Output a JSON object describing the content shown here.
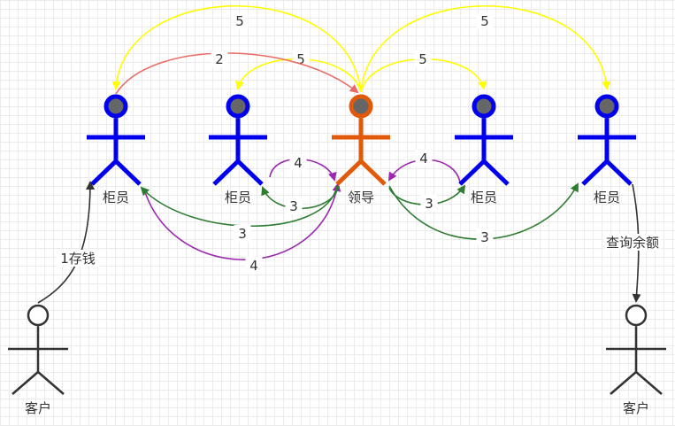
{
  "actors": [
    {
      "id": "teller1",
      "label": "柜员",
      "color": "#0000ee",
      "head_fill": "#666666"
    },
    {
      "id": "teller2",
      "label": "柜员",
      "color": "#0000ee",
      "head_fill": "#666666"
    },
    {
      "id": "leader",
      "label": "领导",
      "color": "#e05a0a",
      "head_fill": "#666666"
    },
    {
      "id": "teller3",
      "label": "柜员",
      "color": "#0000ee",
      "head_fill": "#666666"
    },
    {
      "id": "teller4",
      "label": "柜员",
      "color": "#0000ee",
      "head_fill": "#666666"
    },
    {
      "id": "customer1",
      "label": "客户",
      "color": "#333333",
      "head_fill": "#ffffff"
    },
    {
      "id": "customer2",
      "label": "客户",
      "color": "#333333",
      "head_fill": "#ffffff"
    }
  ],
  "edges": [
    {
      "from": "leader",
      "to": "teller1",
      "label": "5",
      "color": "#ffff00"
    },
    {
      "from": "leader",
      "to": "teller4",
      "label": "5",
      "color": "#ffff00"
    },
    {
      "from": "leader",
      "to": "teller2",
      "label": "5",
      "color": "#ffff00"
    },
    {
      "from": "leader",
      "to": "teller3",
      "label": "5",
      "color": "#ffff00"
    },
    {
      "from": "teller1",
      "to": "leader",
      "label": "2",
      "color": "#ea6b66"
    },
    {
      "from": "teller2",
      "to": "leader",
      "label": "4",
      "color": "#9c27b0"
    },
    {
      "from": "teller3",
      "to": "leader",
      "label": "4",
      "color": "#9c27b0"
    },
    {
      "from": "teller1",
      "to": "leader",
      "label": "4",
      "color": "#9c27b0"
    },
    {
      "from": "leader",
      "to": "teller2",
      "label": "3",
      "color": "#2e7d32"
    },
    {
      "from": "leader",
      "to": "teller3",
      "label": "3",
      "color": "#2e7d32"
    },
    {
      "from": "leader",
      "to": "teller1",
      "label": "3",
      "color": "#2e7d32"
    },
    {
      "from": "leader",
      "to": "teller4",
      "label": "3",
      "color": "#2e7d32"
    },
    {
      "from": "customer1",
      "to": "teller1",
      "label": "1存钱",
      "color": "#333333"
    },
    {
      "from": "teller4",
      "to": "customer2",
      "label": "查询余额",
      "color": "#333333"
    }
  ]
}
